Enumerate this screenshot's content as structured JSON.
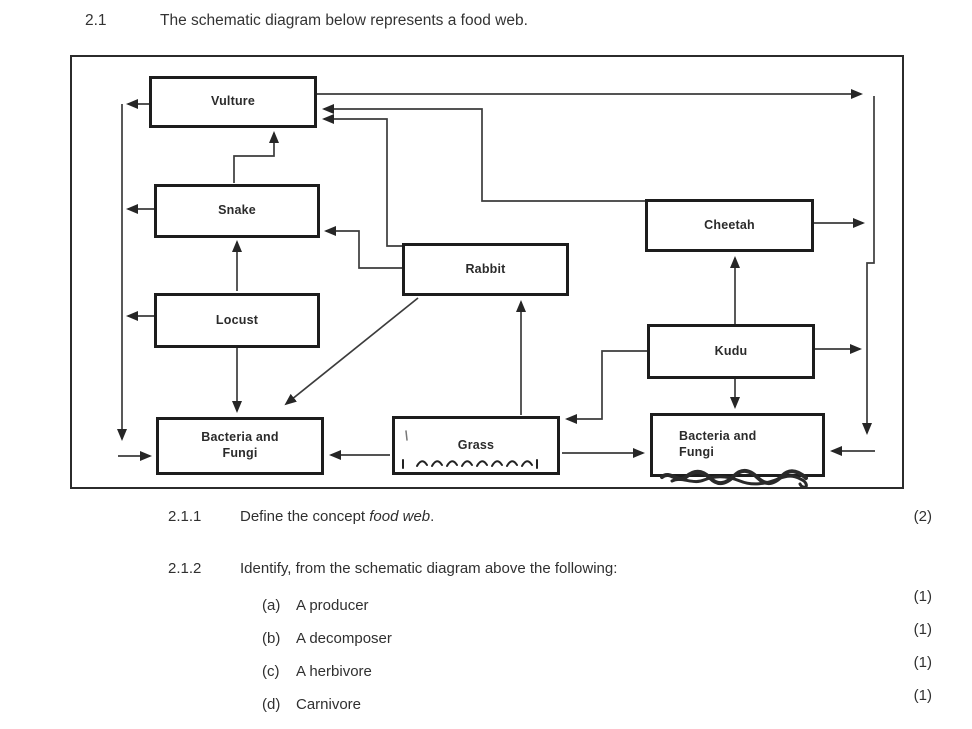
{
  "header": {
    "number": "2.1",
    "title": "The schematic diagram below represents a food web."
  },
  "diagram": {
    "nodes": [
      {
        "id": "vulture",
        "label": "Vulture"
      },
      {
        "id": "snake",
        "label": "Snake"
      },
      {
        "id": "locust",
        "label": "Locust"
      },
      {
        "id": "bacteria-fungi-left",
        "line1": "Bacteria and",
        "line2": "Fungi"
      },
      {
        "id": "rabbit",
        "label": "Rabbit"
      },
      {
        "id": "grass",
        "label": "Grass"
      },
      {
        "id": "cheetah",
        "label": "Cheetah"
      },
      {
        "id": "kudu",
        "label": "Kudu"
      },
      {
        "id": "bacteria-fungi-right",
        "line1": "Bacteria and",
        "line2": "Fungi"
      }
    ],
    "line_color": "#3c3c3c",
    "box_border_color": "#1d1d1d"
  },
  "questions": {
    "q1": {
      "number": "2.1.1",
      "text_prefix": "Define the concept ",
      "text_italic": "food web",
      "text_suffix": ".",
      "mark": "(2)"
    },
    "q2": {
      "number": "2.1.2",
      "text": "Identify, from the schematic diagram above the following:",
      "items": [
        {
          "label": "(a)",
          "text": "A producer",
          "mark": "(1)"
        },
        {
          "label": "(b)",
          "text": "A decomposer",
          "mark": "(1)"
        },
        {
          "label": "(c)",
          "text": "A herbivore",
          "mark": "(1)"
        },
        {
          "label": "(d)",
          "text": "Carnivore",
          "mark": "(1)"
        }
      ]
    }
  }
}
